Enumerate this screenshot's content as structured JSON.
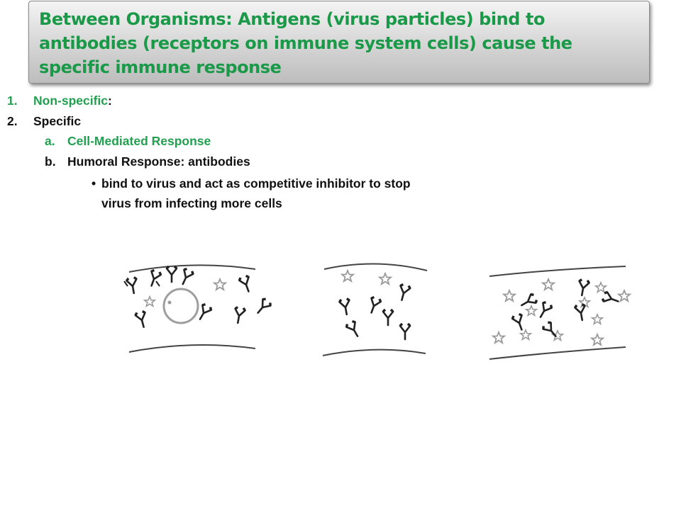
{
  "title": "Between Organisms: Antigens (virus particles) bind to antibodies (receptors on immune system cells) cause the specific immune response",
  "outline": {
    "item1_num": "1.",
    "item1_label": "Non-specific",
    "item1_suffix": ":",
    "item2_num": "2.",
    "item2_label": "Specific",
    "item2a_num": "a.",
    "item2a_label": "Cell-Mediated Response",
    "item2b_num": "b.",
    "item2b_label": "Humoral Response: antibodies",
    "bullet_symbol": "•",
    "bullet_text": "bind to virus and act as competitive inhibitor to stop virus from infecting more cells"
  },
  "colors": {
    "title_text": "#1a9a48",
    "green_text": "#22a050",
    "body_text": "#111111",
    "antibody": "#222222",
    "virus": "#9a9a9a"
  },
  "figure": {
    "panels": 3,
    "icons": [
      "antibody-icon",
      "virus-particle-icon",
      "cell-icon"
    ]
  }
}
